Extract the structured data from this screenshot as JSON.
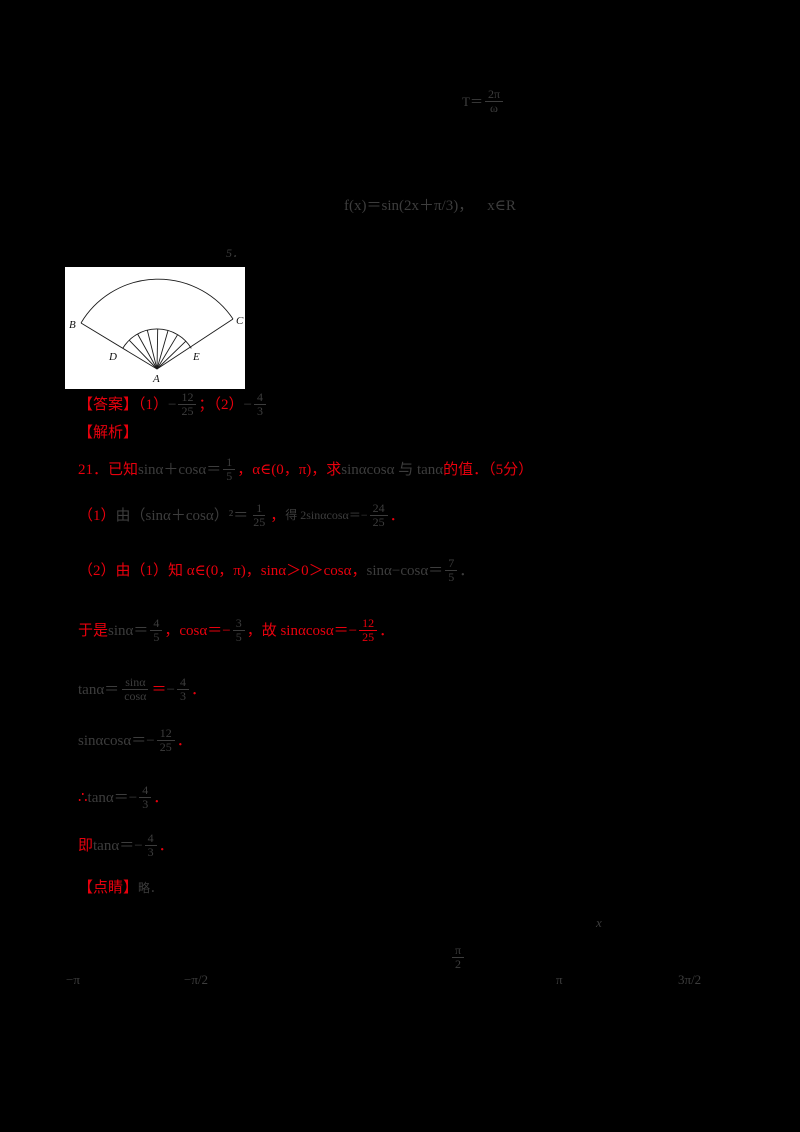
{
  "page": {
    "background": "#000000",
    "accent_red": "#e8000d",
    "faint_ink": "#3d3d3d"
  },
  "top_formula": {
    "prefix": "T＝",
    "frac_num": "2π",
    "frac_den": "ω"
  },
  "mid_formula": {
    "expr": "f(x)＝sin(2x＋π/3)，",
    "domain": "x∈R"
  },
  "figure": {
    "number": "5．",
    "label_b": "B",
    "label_c": "C",
    "label_d": "D",
    "label_e": "E",
    "label_a": "A"
  },
  "lines": {
    "answer": {
      "label": "【答案】（1）",
      "neg1": "−",
      "f1n": "12",
      "f1d": "25",
      "mid": "；（2）",
      "neg2": "−",
      "f2n": "4",
      "f2d": "3"
    },
    "analysis": {
      "label": "【解析】"
    },
    "problem": {
      "a": "21．已知",
      "b": "sinα＋cosα＝",
      "f1n": "1",
      "f1d": "5",
      "c": "，α∈(0，π)，求",
      "d": "sinαcosα 与 tanα",
      "e": "的值．（5分）"
    },
    "step1": {
      "a": "（1）",
      "b": "由（sinα＋cosα）²＝",
      "f1n": "1",
      "f1d": "25",
      "c": "，",
      "d": "得 2sinαcosα＝−",
      "f2n": "24",
      "f2d": "25",
      "e": "．"
    },
    "step2": {
      "a": "（2）由（1）知 α∈(0，π)，sinα＞0＞cosα，",
      "b": "sinα−cosα＝",
      "f1n": "7",
      "f1d": "5",
      "c": "．"
    },
    "step3": {
      "a": "于是",
      "b": "sinα＝",
      "f1n": "4",
      "f1d": "5",
      "c": "，cosα＝−",
      "f2n": "3",
      "f2d": "5",
      "d": "，故 sinαcosα＝−",
      "f3n": "12",
      "f3d": "25",
      "tail": "．"
    },
    "step4": {
      "a": "tanα＝",
      "f1n": "sinα",
      "f1d": "cosα",
      "b": "＝",
      "c": "−",
      "f2n": "4",
      "f2d": "3",
      "d": "．"
    },
    "step5": {
      "a": "sinαcosα＝−",
      "f1n": "12",
      "f1d": "25",
      "b": "．"
    },
    "step6": {
      "a": "∴",
      "b": "tanα＝−",
      "f1n": "4",
      "f1d": "3",
      "c": "．"
    },
    "step7": {
      "a": "即",
      "b": "tanα＝−",
      "f1n": "4",
      "f1d": "3",
      "c": "．"
    },
    "note": {
      "label": "【点睛】",
      "text": "略．"
    }
  },
  "axis": {
    "x_label": "x",
    "frac_num": "π",
    "frac_den": "2",
    "ticks": {
      "t1": "−π",
      "t2": "−π/2",
      "t3": "π",
      "t4": "3π/2"
    }
  }
}
